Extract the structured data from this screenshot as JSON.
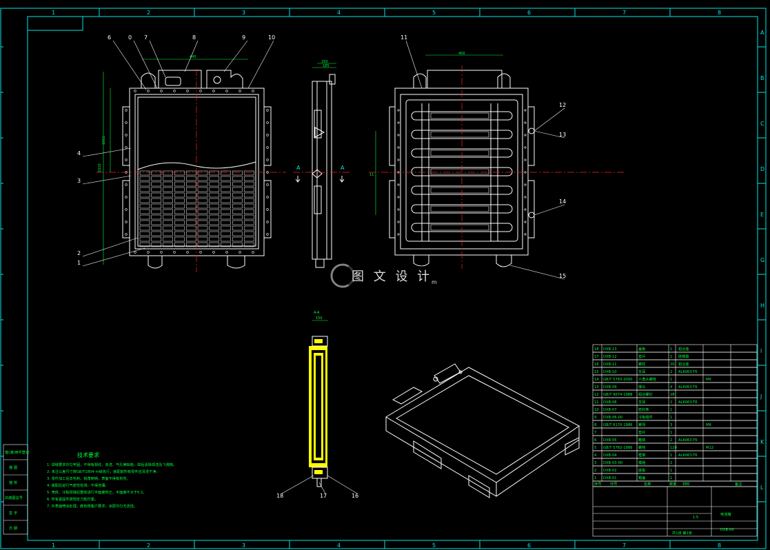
{
  "drawing": {
    "grid_columns": [
      "1",
      "2",
      "3",
      "4",
      "5",
      "6",
      "7",
      "8"
    ],
    "grid_rows": [
      "A",
      "B",
      "C",
      "D",
      "E",
      "G",
      "H",
      "I",
      "J",
      "K",
      "L"
    ],
    "colors": {
      "background": "#000000",
      "frame": "#00e8e8",
      "outline": "#ffffff",
      "dimension": "#00ff3c",
      "centerline": "#ff2020",
      "section_fill": "#ffff00"
    }
  },
  "section": {
    "label": "A-A",
    "dim_top": "150"
  },
  "section_markers": {
    "left": "A",
    "right": "A"
  },
  "balloons": {
    "front": [
      "6",
      "0",
      "7",
      "8",
      "9",
      "10",
      "4",
      "3",
      "2",
      "1"
    ],
    "rear": [
      "11",
      "12",
      "13",
      "14",
      "15"
    ],
    "section": [
      "18",
      "17",
      "16"
    ]
  },
  "dimensions": {
    "front_top": "445",
    "front_left_a": "1011",
    "front_left_b": "1010",
    "side_outer": "250",
    "side_inner": "185",
    "rear_top": "400",
    "rear_left": "11"
  },
  "watermark": {
    "text": "图 文 设 计",
    "sub": "m"
  },
  "tech_notes": {
    "title": "技术要求",
    "lines": [
      "1. 焊缝要求均匀牢固，不得有裂纹、夹渣、气孔等缺陷，焊后清除焊渣及飞溅物。",
      "2. 未注公差尺寸按GB/T1804-m级执行，装配前所有零件应清洗干净。",
      "3. 零件加工后去毛刺，锐角倒钝，表面不得有划伤。",
      "4. 装配后进行气密性检测，不得泄漏。",
      "5. 壳体、冷板焊接后整体进行平面度校正，平面度不大于0.2。",
      "6. 所有紧固件按规定力矩拧紧。",
      "7. 外表面喷涂处理，颜色按客户要求，涂层均匀无流挂。"
    ]
  },
  "left_strip": [
    "借(通)用件登记",
    "描  图",
    "描  校",
    "旧底图总号",
    "签  字",
    "日  期"
  ],
  "bom": {
    "rows": [
      {
        "no": "18",
        "code": "DXB-13",
        "name": "盖板",
        "qty": "1",
        "mat": "铝合金",
        "note": ""
      },
      {
        "no": "17",
        "code": "DXB-12",
        "name": "垫片",
        "qty": "1",
        "mat": "硅橡胶",
        "note": ""
      },
      {
        "no": "16",
        "code": "DXB-11",
        "name": "螺柱",
        "qty": "20",
        "mat": "铝合金",
        "note": ""
      },
      {
        "no": "15",
        "code": "DXB-10",
        "name": "支耳",
        "qty": "2",
        "mat": "AL6063-T6",
        "note": ""
      },
      {
        "no": "14",
        "code": "GB/T 5783-2000",
        "name": "六角头螺栓",
        "qty": "1",
        "mat": "",
        "note": "M6"
      },
      {
        "no": "13",
        "code": "DXB-09",
        "name": "接头",
        "qty": "4",
        "mat": "AL6063-T6",
        "note": ""
      },
      {
        "no": "12",
        "code": "GB/T 9074-1988",
        "name": "组合螺钉",
        "qty": "28",
        "mat": "",
        "note": ""
      },
      {
        "no": "11",
        "code": "DXB-08",
        "name": "支耳",
        "qty": "2",
        "mat": "AL6063-T6",
        "note": ""
      },
      {
        "no": "10",
        "code": "DXB-07",
        "name": "密封条",
        "qty": "1",
        "mat": "",
        "note": ""
      },
      {
        "no": "9",
        "code": "DXB-06-00",
        "name": "冷板组件",
        "qty": "1",
        "mat": "",
        "note": ""
      },
      {
        "no": "8",
        "code": "GB/T 6170-1986",
        "name": "螺母",
        "qty": "3",
        "mat": "",
        "note": "M8"
      },
      {
        "no": "7",
        "code": "",
        "name": "垫片",
        "qty": "1",
        "mat": "",
        "note": ""
      },
      {
        "no": "6",
        "code": "DXB-05",
        "name": "箱体",
        "qty": "2",
        "mat": "AL6063-T6",
        "note": ""
      },
      {
        "no": "5",
        "code": "GB/T 5782-1986",
        "name": "螺栓",
        "qty": "120",
        "mat": "",
        "note": "M12"
      },
      {
        "no": "4",
        "code": "DXB-04",
        "name": "框架",
        "qty": "1",
        "mat": "AL6063-T6",
        "note": ""
      },
      {
        "no": "3",
        "code": "DXB-03-00",
        "name": "模组",
        "qty": "2",
        "mat": "",
        "note": ""
      },
      {
        "no": "2",
        "code": "DXB-02",
        "name": "底板",
        "qty": "1",
        "mat": "",
        "note": ""
      },
      {
        "no": "1",
        "code": "DXB-01",
        "name": "箱盖",
        "qty": "1",
        "mat": "",
        "note": ""
      }
    ],
    "header": {
      "no": "序号",
      "code": "代号",
      "name": "名称",
      "qty": "数量",
      "mat": "材料",
      "note": "备注"
    }
  },
  "title_block": {
    "name": "电池箱",
    "code": "DXB-00",
    "scale": "1:5",
    "sheets": "共1张 第1张"
  }
}
